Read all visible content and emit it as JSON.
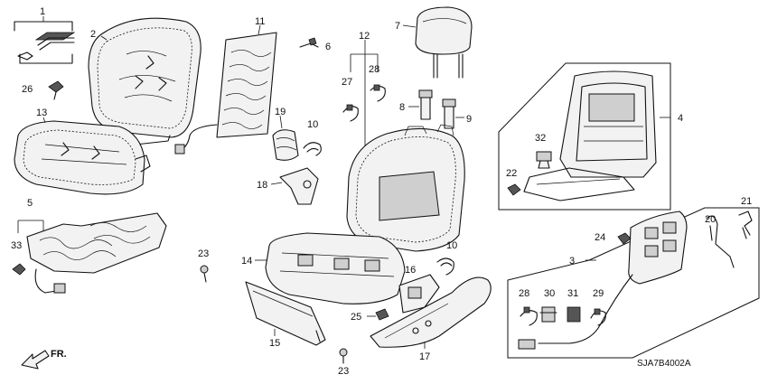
{
  "diagram": {
    "direction_label": "FR.",
    "drawing_code": "SJA7B4002A",
    "part_numbers": {
      "p1": "1",
      "p2": "2",
      "p3": "3",
      "p4": "4",
      "p5": "5",
      "p6": "6",
      "p7": "7",
      "p8": "8",
      "p9": "9",
      "p10a": "10",
      "p10b": "10",
      "p11": "11",
      "p12": "12",
      "p13": "13",
      "p14": "14",
      "p15": "15",
      "p16": "16",
      "p17": "17",
      "p18": "18",
      "p19": "19",
      "p20": "20",
      "p21": "21",
      "p22": "22",
      "p23a": "23",
      "p23b": "23",
      "p24": "24",
      "p25": "25",
      "p26": "26",
      "p27": "27",
      "p28a": "28",
      "p28b": "28",
      "p29": "29",
      "p30": "30",
      "p31": "31",
      "p32": "32",
      "p33": "33"
    }
  }
}
